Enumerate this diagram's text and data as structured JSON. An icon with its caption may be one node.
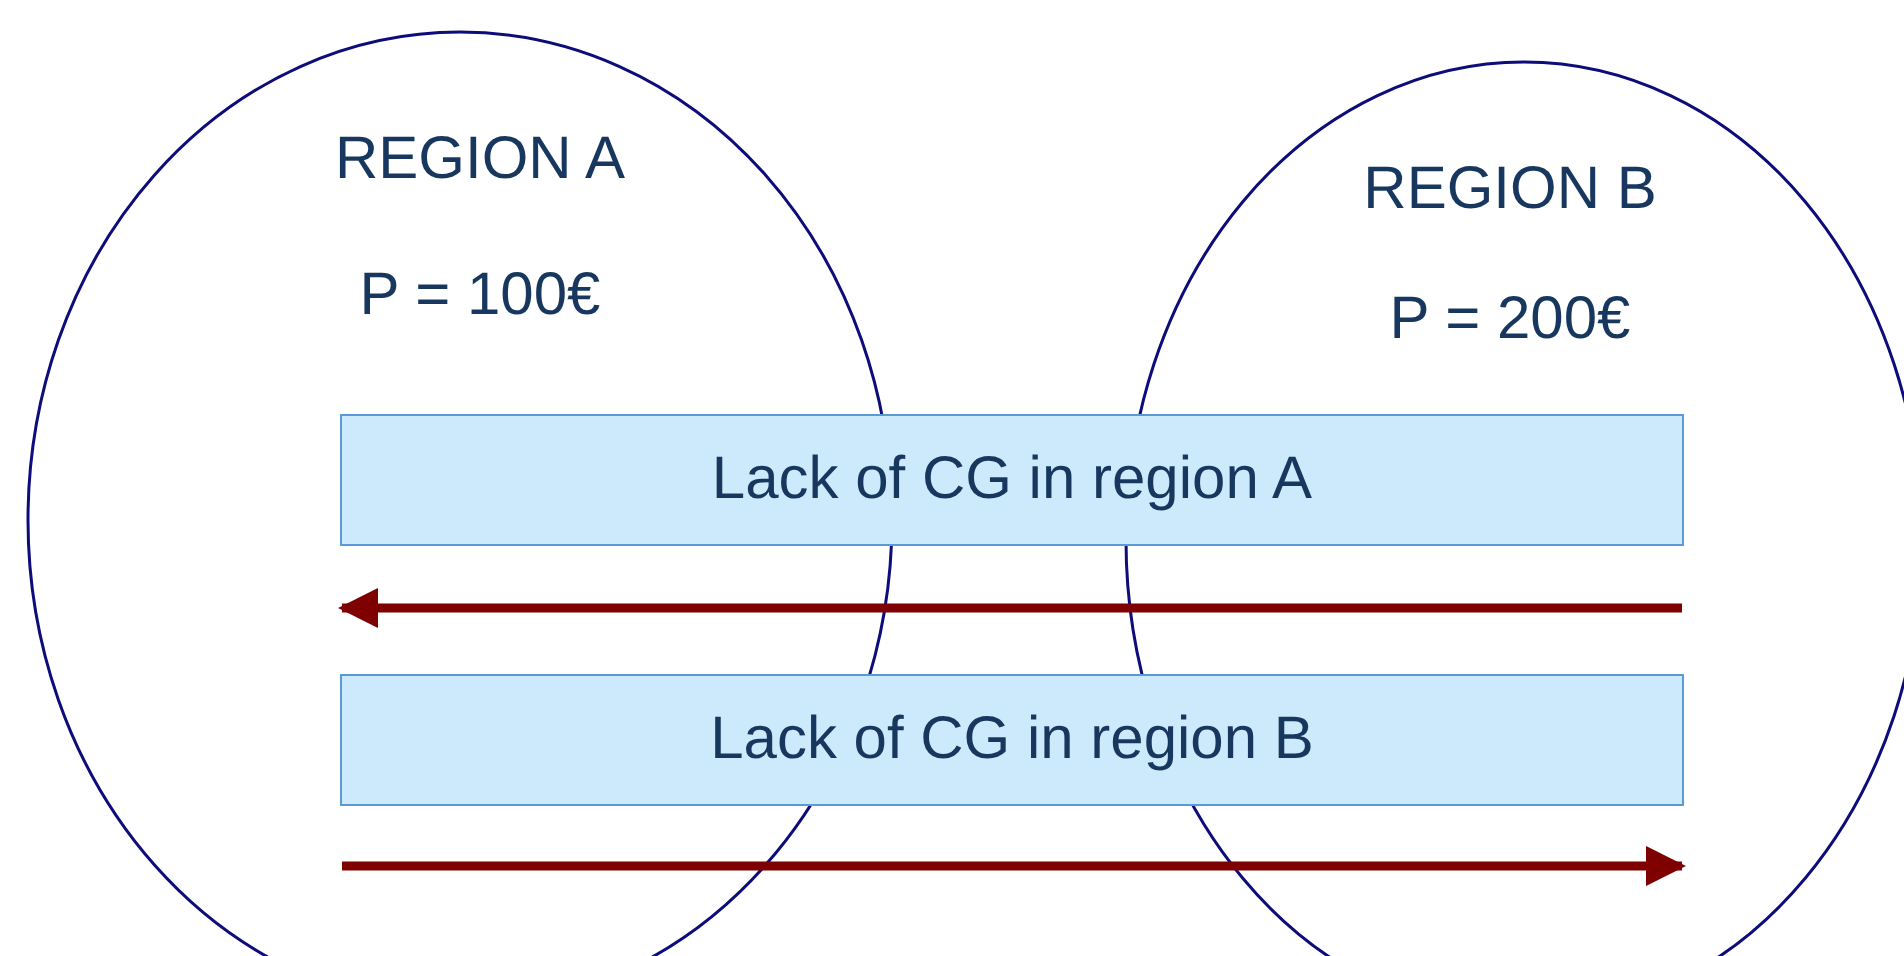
{
  "diagram": {
    "nodes": [
      {
        "text": [
          "REGION A",
          "P = 100€"
        ]
      },
      {
        "text": [
          "REGION B",
          "P = 200€"
        ]
      },
      {
        "text": [
          "Lack of CG in region A"
        ]
      },
      {
        "text": [
          "Lack of CG in region B"
        ]
      }
    ],
    "edges": [
      {
        "from": 1,
        "to": 0,
        "arrow": "to"
      },
      {
        "from": 0,
        "to": 1,
        "arrow": "to"
      }
    ]
  }
}
